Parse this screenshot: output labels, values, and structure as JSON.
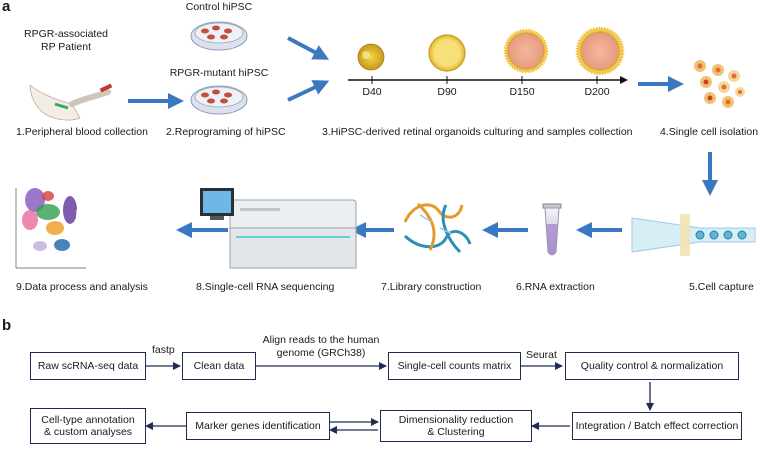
{
  "panel_a": {
    "letter": "a",
    "patient_label": "RPGR-associated\nRP  Patient",
    "control_label": "Control hiPSC",
    "mutant_label": "RPGR-mutant hiPSC",
    "timepoints": [
      "D40",
      "D90",
      "D150",
      "D200"
    ],
    "steps": {
      "s1": "1.Peripheral blood  collection",
      "s2": "2.Reprograming of hiPSC",
      "s3": "3.HiPSC-derived retinal organoids culturing and samples collection",
      "s4": "4.Single cell isolation",
      "s5": "5.Cell capture",
      "s6": "6.RNA extraction",
      "s7": "7.Library construction",
      "s8": "8.Single-cell RNA sequencing",
      "s9": "9.Data process and analysis"
    }
  },
  "panel_b": {
    "letter": "b",
    "boxes": {
      "raw": "Raw scRNA-seq data",
      "clean": "Clean data",
      "matrix": "Single-cell counts matrix",
      "qc": "Quality control & normalization",
      "integration": "Integration / Batch effect correction",
      "dimred": "Dimensionality reduction\n& Clustering",
      "marker": "Marker genes identification",
      "annotation": "Cell-type annotation\n& custom analyses"
    },
    "arrow_labels": {
      "fastp": "fastp",
      "align": "Align reads to the human\ngenome (GRCh38)",
      "seurat": "Seurat"
    }
  },
  "colors": {
    "flow_arrow": "#3b78c2",
    "box_border": "#1f2a55",
    "organoid_core": "#e8a48a",
    "organoid_rim": "#f2c94c"
  }
}
